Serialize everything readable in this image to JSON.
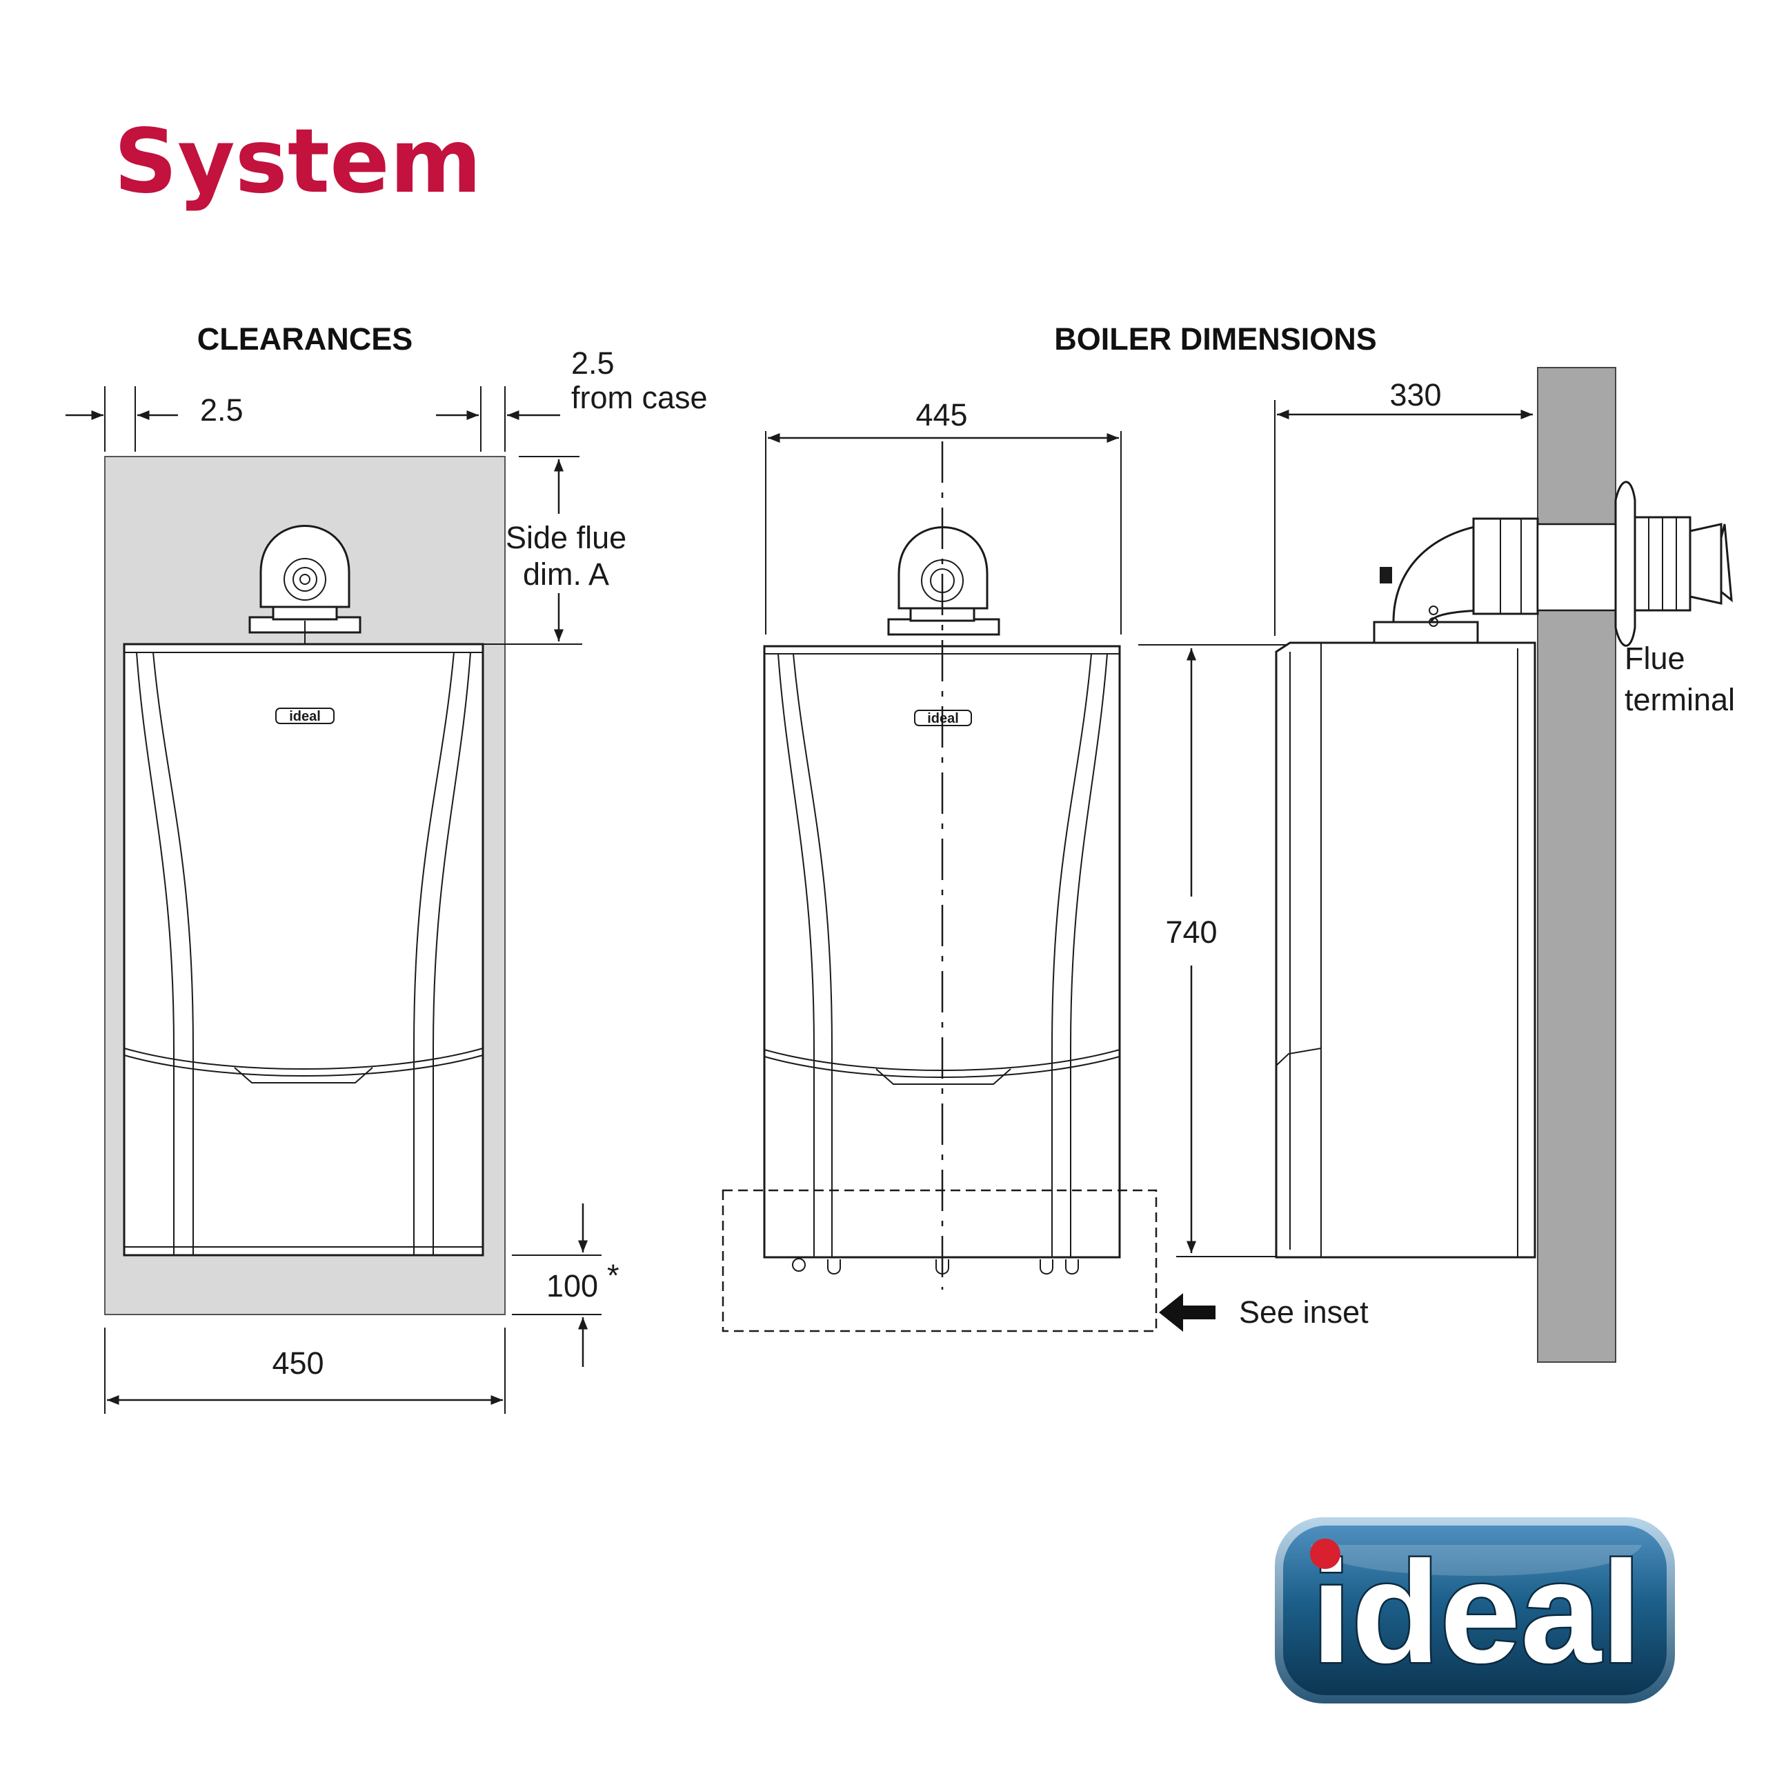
{
  "page": {
    "title": "System",
    "title_color": "#c2123d"
  },
  "clearances": {
    "heading": "CLEARANCES",
    "left_clearance": "2.5",
    "right_clearance_value": "2.5",
    "right_clearance_note": "from case",
    "side_flue_line1": "Side flue",
    "side_flue_line2": "dim. A",
    "bottom_clearance": "100",
    "bottom_asterisk": "*",
    "total_width": "450",
    "zone_color": "#d9d9d9"
  },
  "boiler_dimensions": {
    "heading": "BOILER DIMENSIONS",
    "width": "445",
    "depth": "330",
    "height": "740",
    "flue_terminal_line1": "Flue",
    "flue_terminal_line2": "terminal",
    "see_inset": "See inset",
    "wall_color": "#a7a7a7"
  },
  "boiler_badge": "ideal",
  "logo": {
    "text": "ideal",
    "background": "#1c5f8a",
    "dot_color": "#d8202f"
  }
}
